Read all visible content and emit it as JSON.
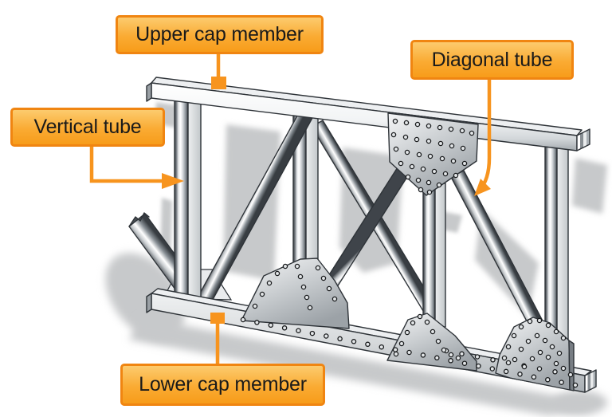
{
  "figure_labels": {
    "upper_cap_member": "Upper cap member",
    "diagonal_tube": "Diagonal tube",
    "vertical_tube": "Vertical tube",
    "lower_cap_member": "Lower cap member"
  },
  "colors": {
    "background": "#FFFFFF",
    "callout_border": "#F08511",
    "callout_fill_top": "#FCCB6E",
    "callout_fill_mid": "#FAAB33",
    "callout_fill_bottom": "#F79C1A",
    "callout_text": "#1A1A1A",
    "leader": "#F7941E",
    "metal_outline": "#2E3338",
    "metal_dark": "#3F444A",
    "metal_light": "#FFFFFF",
    "metal_mid": "#C6CACD",
    "shadow": "#C7C9CB"
  }
}
